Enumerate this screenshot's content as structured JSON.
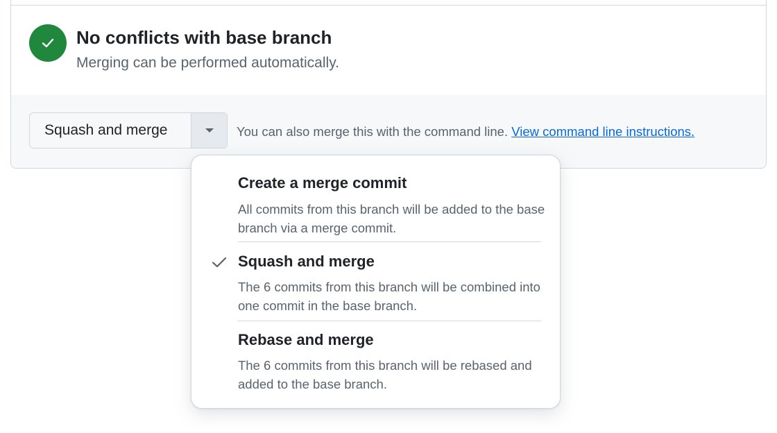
{
  "status": {
    "icon": "check-circle-icon",
    "icon_color": "#1f883d",
    "title": "No conflicts with base branch",
    "subtitle": "Merging can be performed automatically."
  },
  "actions": {
    "merge_button_label": "Squash and merge",
    "dropdown_icon": "triangle-down-icon",
    "cli_text": "You can also merge this with the command line.",
    "cli_link": "View command line instructions.",
    "link_color": "#0969da"
  },
  "merge_menu": {
    "selected": "squash",
    "items": [
      {
        "id": "merge",
        "title": "Create a merge commit",
        "description": "All commits from this branch will be added to the base branch via a merge commit."
      },
      {
        "id": "squash",
        "title": "Squash and merge",
        "description": "The 6 commits from this branch will be combined into one commit in the base branch.",
        "checked": true
      },
      {
        "id": "rebase",
        "title": "Rebase and merge",
        "description": "The 6 commits from this branch will be rebased and added to the base branch."
      }
    ]
  }
}
